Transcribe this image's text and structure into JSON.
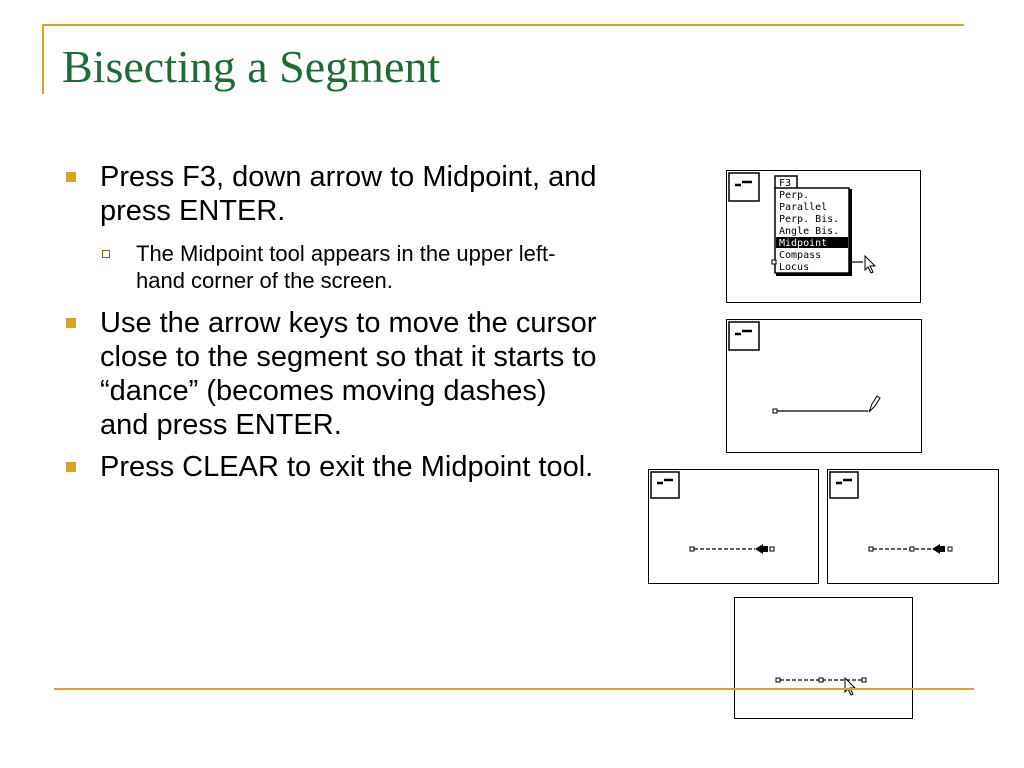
{
  "slide": {
    "title": "Bisecting a Segment",
    "bullets": [
      {
        "text": "Press F3, down arrow to Midpoint, and press ENTER.",
        "subbullets": [
          "The Midpoint tool appears in the upper left-hand corner of the screen."
        ]
      },
      {
        "text": "Use the arrow keys to move the cursor close to the segment so that it starts to “dance” (becomes moving dashes) and press ENTER."
      },
      {
        "text": "Press CLEAR to exit the Midpoint tool."
      }
    ]
  },
  "calculator_screens": {
    "menu": {
      "header": "F3",
      "items": [
        "Perp.",
        "Parallel",
        "Perp. Bis.",
        "Angle Bis.",
        "Midpoint",
        "Compass",
        "Locus"
      ],
      "selected": "Midpoint"
    }
  },
  "colors": {
    "title": "#1f6b35",
    "accent": "#d9a520"
  }
}
